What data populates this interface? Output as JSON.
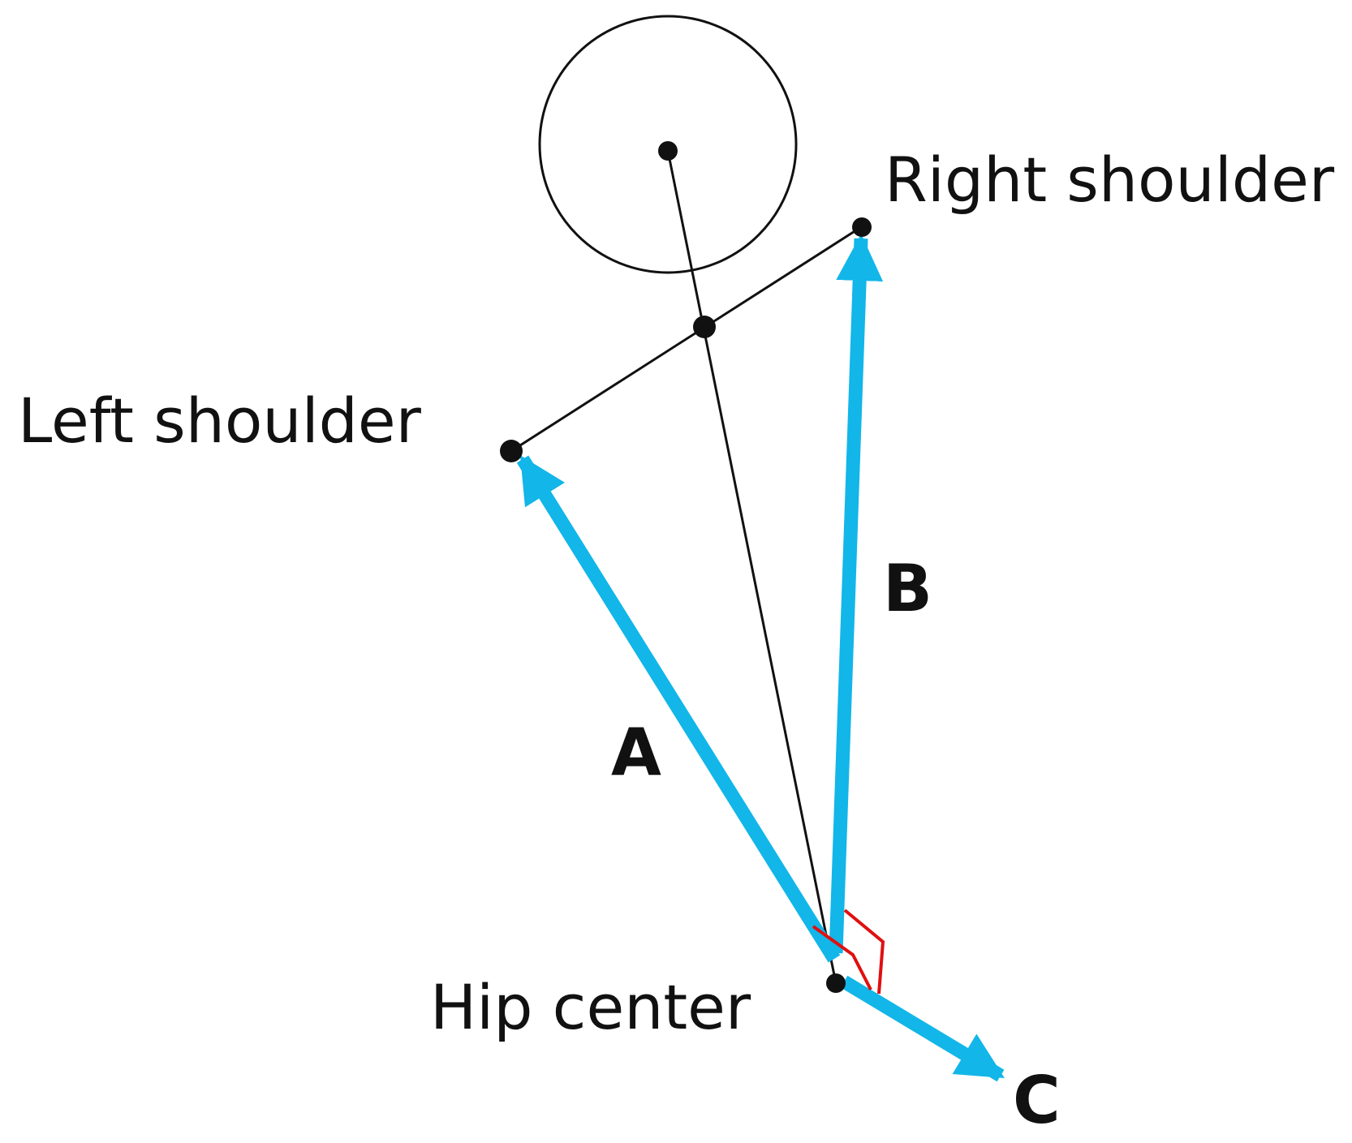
{
  "labels": {
    "right_shoulder": "Right shoulder",
    "left_shoulder": "Left shoulder",
    "hip_center": "Hip center",
    "vector_a": "A",
    "vector_b": "B",
    "vector_c": "C"
  },
  "colors": {
    "vector": "#12b6e8",
    "skeleton": "#111111",
    "angle_marker": "#e01010",
    "background": "#ffffff"
  }
}
